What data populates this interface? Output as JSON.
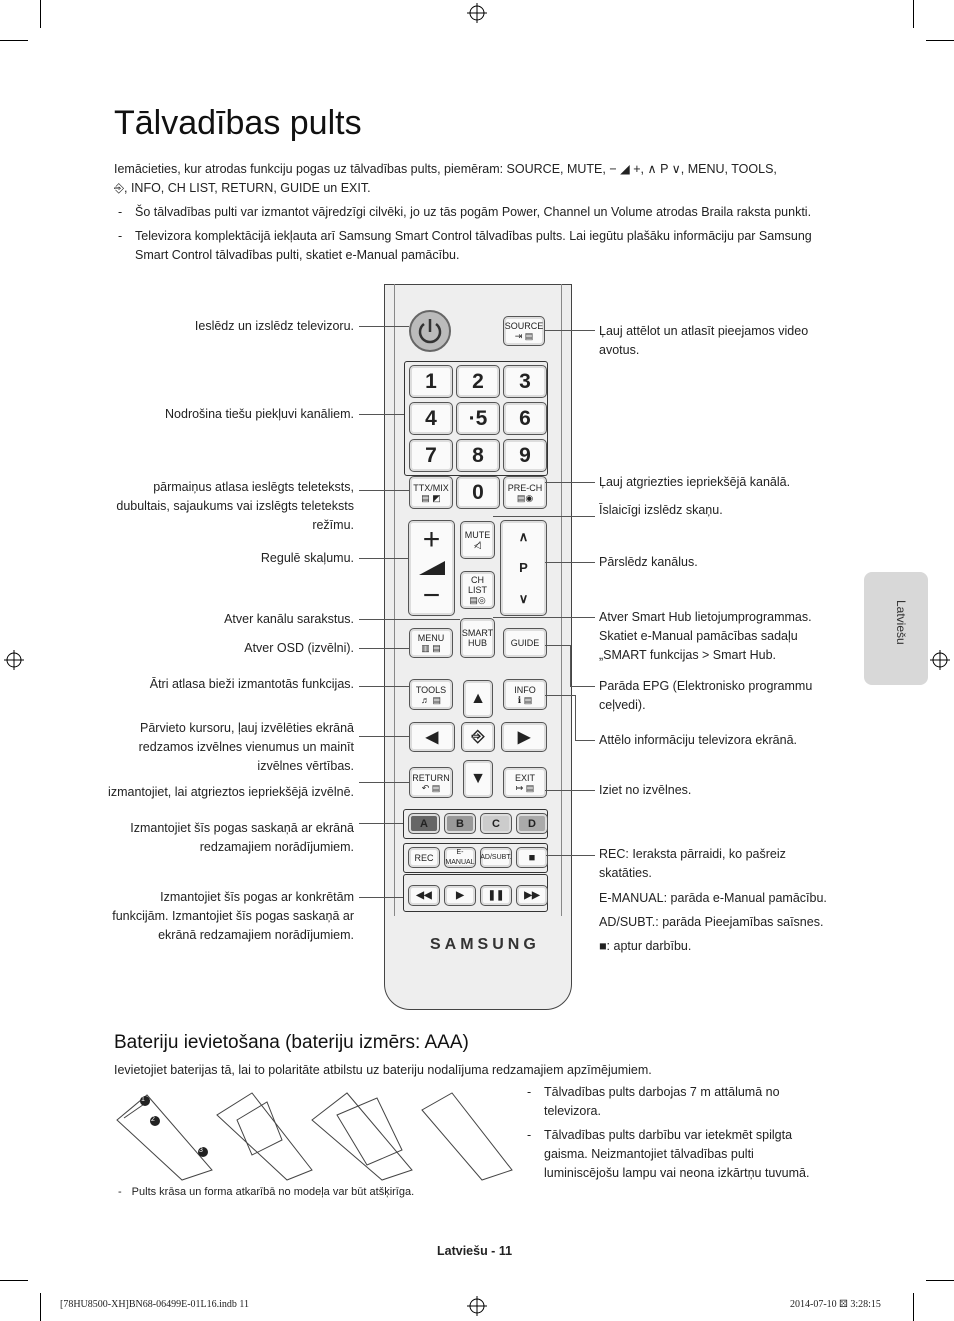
{
  "page": {
    "title": "Tālvadības pults",
    "intro_line1": "Iemācieties, kur atrodas funkciju pogas uz tālvadības pults, piemēram: SOURCE, MUTE, − ◢ +, ∧ P ∨, MENU, TOOLS,",
    "intro_line2": "⎆, INFO, CH LIST, RETURN, GUIDE un EXIT.",
    "bullets": [
      "Šo tālvadības pulti var izmantot vājredzīgi cilvēki, jo uz tās pogām Power, Channel un Volume atrodas Braila raksta punkti.",
      "Televizora komplektācijā iekļauta arī Samsung Smart Control tālvadības pults. Lai iegūtu plašāku informāciju par Samsung Smart Control tālvadības pulti, skatiet e-Manual pamācību."
    ],
    "side_tab": "Latviešu"
  },
  "left_labels": [
    "Ieslēdz un izslēdz televizoru.",
    "Nodrošina tiešu piekļuvi kanāliem.",
    "pārmaiņus atlasa ieslēgts teleteksts, dubultais, sajaukums vai izslēgts teleteksts režīmu.",
    "Regulē skaļumu.",
    "Atver kanālu sarakstus.",
    "Atver OSD (izvēlni).",
    "Ātri atlasa bieži izmantotās funkcijas.",
    "Pārvieto kursoru, ļauj izvēlēties ekrānā redzamos izvēlnes vienumus un mainīt izvēlnes vērtības.",
    "izmantojiet, lai atgrieztos iepriekšējā izvēlnē.",
    "Izmantojiet šīs pogas saskaņā ar ekrānā redzamajiem norādījumiem.",
    "Izmantojiet šīs pogas ar konkrētām funkcijām. Izmantojiet šīs pogas saskaņā ar ekrānā redzamajiem norādījumiem."
  ],
  "right_labels": [
    "Ļauj attēlot un atlasīt pieejamos video avotus.",
    "Ļauj atgriezties iepriekšējā kanālā.",
    "Īslaicīgi izslēdz skaņu.",
    "Pārslēdz kanālus.",
    "Atver Smart Hub lietojumprogrammas. Skatiet e-Manual pamācības sadaļu „SMART funkcijas > Smart Hub.",
    "Parāda EPG (Elektronisko programmu ceļvedi).",
    "Attēlo informāciju televizora ekrānā.",
    "Iziet no izvēlnes.",
    "REC: Ieraksta pārraidi, ko pašreiz skatāties.",
    "E-MANUAL: parāda e-Manual pamācību.",
    "AD/SUBT.: parāda Pieejamības saīsnes.",
    "■: aptur darbību."
  ],
  "remote": {
    "source": "SOURCE",
    "digits": [
      "1",
      "2",
      "3",
      "4",
      "·5",
      "6",
      "7",
      "8",
      "9",
      "0"
    ],
    "ttx": "TTX/MIX",
    "prech": "PRE-CH",
    "mute": "MUTE",
    "chlist": "CH LIST",
    "p": "P",
    "menu": "MENU",
    "smart": "SMART HUB",
    "guide": "GUIDE",
    "tools": "TOOLS",
    "info": "INFO",
    "return": "RETURN",
    "exit": "EXIT",
    "colors": [
      "A",
      "B",
      "C",
      "D"
    ],
    "rec": "REC",
    "emanual": "E-MANUAL",
    "adsubt": "AD/SUBT.",
    "brand": "SAMSUNG"
  },
  "battery": {
    "heading": "Bateriju ievietošana (bateriju izmērs: AAA)",
    "text": "Ievietojiet baterijas tā, lai to polaritāte atbilstu uz bateriju nodalījuma redzamajiem apzīmējumiem.",
    "notes": [
      "Tālvadības pults darbojas 7 m attālumā no televizora.",
      "Tālvadības pults darbību var ietekmēt spilgta gaisma. Neizmantojiet tālvadības pulti luminiscējošu lampu vai neona izkārtņu tuvumā."
    ],
    "step_numbers": [
      "1",
      "2",
      "3"
    ],
    "caption": "Pults krāsa un forma atkarībā no modeļa var būt atšķirīga."
  },
  "footer": {
    "page": "Latviešu - 11",
    "file": "[78HU8500-XH]BN68-06499E-01L16.indb   11",
    "date": "2014-07-10   ⚄ 3:28:15"
  }
}
